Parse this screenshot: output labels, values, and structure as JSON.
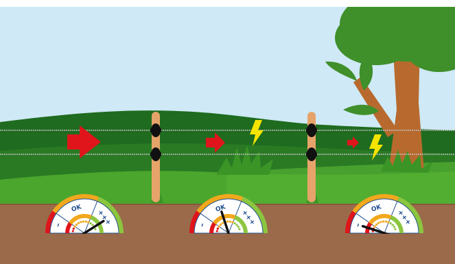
{
  "colors": {
    "sky": "#cfe9f6",
    "hill_dark": "#1f6b1f",
    "hill_mid": "#2f7f28",
    "grass": "#4aa62c",
    "soil": "#9a6a4a",
    "post": "#e7a46a",
    "insulator": "#111111",
    "arrow": "#e0151b",
    "spark": "#f5e400",
    "trunk": "#b86a2e",
    "canopy": "#3f8f2a"
  },
  "gauges": [
    {
      "minus_label": "–",
      "ok_label": "OK",
      "plus_label": "+++",
      "level": 0.82,
      "status": "high"
    },
    {
      "minus_label": "–",
      "ok_label": "OK",
      "plus_label": "+++",
      "level": 0.4,
      "status": "ok"
    },
    {
      "minus_label": "–",
      "ok_label": "OK",
      "plus_label": "+++",
      "level": 0.1,
      "status": "low"
    }
  ],
  "arrows": [
    {
      "size": "large"
    },
    {
      "size": "medium"
    },
    {
      "size": "small"
    }
  ],
  "sparks": [
    {
      "icon": "lightning-bolt"
    },
    {
      "icon": "lightning-bolt"
    }
  ]
}
